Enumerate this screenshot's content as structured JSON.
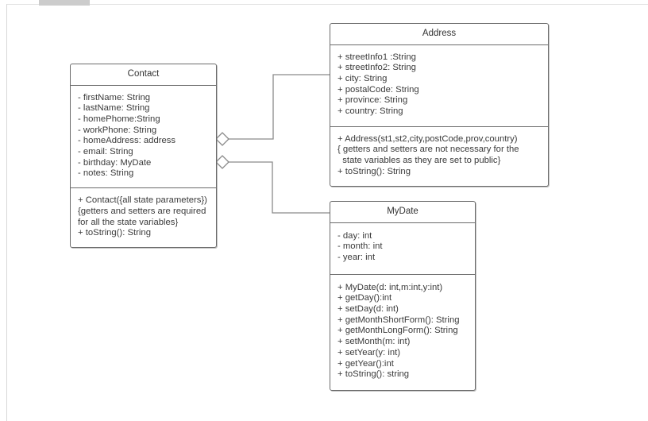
{
  "canvas": {
    "background": "#ffffff",
    "border_color": "#d8d8d8",
    "selection_tab_color": "#cccccc",
    "diagram_type": "uml-class-diagram"
  },
  "style": {
    "class_border_color": "#6b6b6b",
    "connector_color": "#8a8a8a",
    "text_color": "#3a3a3a"
  },
  "classes": [
    {
      "id": "contact",
      "name": "Contact",
      "attributes": [
        "- firstName: String",
        "- lastName: String",
        "- homePhome:String",
        "- workPhone: String",
        "- homeAddress: address",
        "- email: String",
        "- birthday: MyDate",
        "- notes: String"
      ],
      "operations": [
        "+ Contact({all state parameters})",
        "{getters and setters are required",
        "for all the state variables}",
        "+ toString(): String"
      ]
    },
    {
      "id": "address",
      "name": "Address",
      "attributes": [
        "+ streetInfo1 :String",
        "+ streetInfo2: String",
        "+ city: String",
        "+ postalCode: String",
        "+ province: String",
        "+ country: String"
      ],
      "operations": [
        "+ Address(st1,st2,city,postCode,prov,country)",
        "{ getters and setters are not necessary for the",
        "  state variables as they are set to public}",
        "+ toString(): String"
      ]
    },
    {
      "id": "mydate",
      "name": "MyDate",
      "attributes": [
        "- day: int",
        "- month: int",
        "- year: int"
      ],
      "operations": [
        "+ MyDate(d: int,m:int,y:int)",
        "+ getDay():int",
        "+ setDay(d: int)",
        "+ getMonthShortForm(): String",
        "+ getMonthLongForm(): String",
        "+ setMonth(m: int)",
        "+ setYear(y: int)",
        "+ getYear():int",
        "+ toString(): string"
      ]
    }
  ],
  "connectors": [
    {
      "id": "contact-to-address",
      "from": "contact",
      "to": "address",
      "type": "aggregation",
      "marker": "hollow-diamond",
      "label": ""
    },
    {
      "id": "contact-to-mydate",
      "from": "contact",
      "to": "mydate",
      "type": "aggregation",
      "marker": "hollow-diamond",
      "label": ""
    }
  ]
}
